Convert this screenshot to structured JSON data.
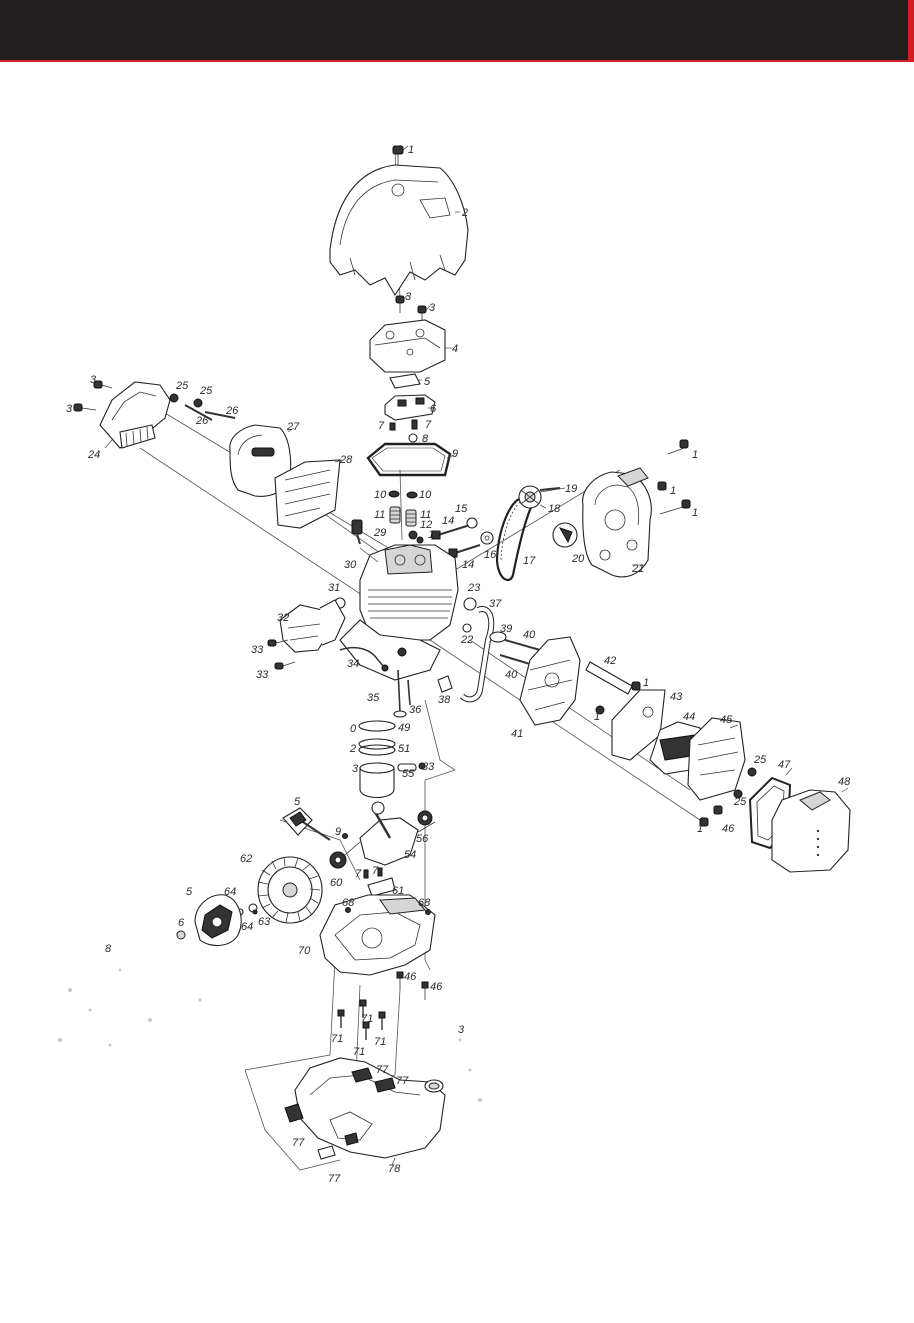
{
  "header": {
    "bar_color": "#231f20",
    "accent_color": "#d21f26"
  },
  "diagram": {
    "type": "exploded-view",
    "labels": [
      {
        "id": "l1",
        "text": "1"
      },
      {
        "id": "l2",
        "text": "2"
      },
      {
        "id": "l3a",
        "text": "3"
      },
      {
        "id": "l3b",
        "text": "3"
      },
      {
        "id": "l4",
        "text": "4"
      },
      {
        "id": "l5",
        "text": "5"
      },
      {
        "id": "l6",
        "text": "6"
      },
      {
        "id": "l7a",
        "text": "7"
      },
      {
        "id": "l7b",
        "text": "7"
      },
      {
        "id": "l8",
        "text": "8"
      },
      {
        "id": "l9",
        "text": "9"
      },
      {
        "id": "l10a",
        "text": "10"
      },
      {
        "id": "l10b",
        "text": "10"
      },
      {
        "id": "l11a",
        "text": "11"
      },
      {
        "id": "l11b",
        "text": "11"
      },
      {
        "id": "l12",
        "text": "12"
      },
      {
        "id": "l13",
        "text": "13"
      },
      {
        "id": "l14a",
        "text": "14"
      },
      {
        "id": "l14b",
        "text": "14"
      },
      {
        "id": "l15",
        "text": "15"
      },
      {
        "id": "l16",
        "text": "16"
      },
      {
        "id": "l17",
        "text": "17"
      },
      {
        "id": "l18",
        "text": "18"
      },
      {
        "id": "l19",
        "text": "19"
      },
      {
        "id": "l20",
        "text": "20"
      },
      {
        "id": "l21",
        "text": "21"
      },
      {
        "id": "l1b",
        "text": "1"
      },
      {
        "id": "l1c",
        "text": "1"
      },
      {
        "id": "l1d",
        "text": "1"
      },
      {
        "id": "l3c",
        "text": "3"
      },
      {
        "id": "l3d",
        "text": "3"
      },
      {
        "id": "l25a",
        "text": "25"
      },
      {
        "id": "l25b",
        "text": "25"
      },
      {
        "id": "l26a",
        "text": "26"
      },
      {
        "id": "l26b",
        "text": "26"
      },
      {
        "id": "l27",
        "text": "27"
      },
      {
        "id": "l24",
        "text": "24"
      },
      {
        "id": "l28",
        "text": "28"
      },
      {
        "id": "l29",
        "text": "29"
      },
      {
        "id": "l30",
        "text": "30"
      },
      {
        "id": "l31",
        "text": "31"
      },
      {
        "id": "l32",
        "text": "32"
      },
      {
        "id": "l33a",
        "text": "33"
      },
      {
        "id": "l33b",
        "text": "33"
      },
      {
        "id": "l34",
        "text": "34"
      },
      {
        "id": "l35",
        "text": "35"
      },
      {
        "id": "l36",
        "text": "36"
      },
      {
        "id": "l22",
        "text": "22"
      },
      {
        "id": "l23",
        "text": "23"
      },
      {
        "id": "l37",
        "text": "37"
      },
      {
        "id": "l38",
        "text": "38"
      },
      {
        "id": "l39",
        "text": "39"
      },
      {
        "id": "l40a",
        "text": "40"
      },
      {
        "id": "l40b",
        "text": "40"
      },
      {
        "id": "l41",
        "text": "41"
      },
      {
        "id": "l42",
        "text": "42"
      },
      {
        "id": "l1e",
        "text": "1"
      },
      {
        "id": "l43",
        "text": "43"
      },
      {
        "id": "l1f",
        "text": "1"
      },
      {
        "id": "l44",
        "text": "44"
      },
      {
        "id": "l45",
        "text": "45"
      },
      {
        "id": "l25c",
        "text": "25"
      },
      {
        "id": "l25d",
        "text": "25"
      },
      {
        "id": "l47",
        "text": "47"
      },
      {
        "id": "l48",
        "text": "48"
      },
      {
        "id": "l1g",
        "text": "1"
      },
      {
        "id": "l46a",
        "text": "46"
      },
      {
        "id": "l49",
        "text": "49"
      },
      {
        "id": "l51",
        "text": "51"
      },
      {
        "id": "l0",
        "text": "0"
      },
      {
        "id": "l2b",
        "text": "2"
      },
      {
        "id": "l3e",
        "text": "3"
      },
      {
        "id": "l55",
        "text": "55"
      },
      {
        "id": "l83",
        "text": "83"
      },
      {
        "id": "l5b",
        "text": "5"
      },
      {
        "id": "l9b",
        "text": "9"
      },
      {
        "id": "l54",
        "text": "54"
      },
      {
        "id": "l56",
        "text": "56"
      },
      {
        "id": "l62",
        "text": "62"
      },
      {
        "id": "l60",
        "text": "60"
      },
      {
        "id": "l7c",
        "text": "7"
      },
      {
        "id": "l7d",
        "text": "7"
      },
      {
        "id": "l61",
        "text": "61"
      },
      {
        "id": "l5c",
        "text": "5"
      },
      {
        "id": "l64a",
        "text": "64"
      },
      {
        "id": "l64b",
        "text": "64"
      },
      {
        "id": "l63",
        "text": "63"
      },
      {
        "id": "l6b",
        "text": "6"
      },
      {
        "id": "l8b",
        "text": "8"
      },
      {
        "id": "l68a",
        "text": "68"
      },
      {
        "id": "l68b",
        "text": "68"
      },
      {
        "id": "l70",
        "text": "70"
      },
      {
        "id": "l46b",
        "text": "46"
      },
      {
        "id": "l46c",
        "text": "46"
      },
      {
        "id": "l71a",
        "text": "71"
      },
      {
        "id": "l71b",
        "text": "71"
      },
      {
        "id": "l71c",
        "text": "71"
      },
      {
        "id": "l71d",
        "text": "71"
      },
      {
        "id": "l77a",
        "text": "77"
      },
      {
        "id": "l77b",
        "text": "77"
      },
      {
        "id": "l77c",
        "text": "77"
      },
      {
        "id": "l77d",
        "text": "77"
      },
      {
        "id": "l78",
        "text": "78"
      },
      {
        "id": "l3f",
        "text": "3"
      }
    ]
  }
}
